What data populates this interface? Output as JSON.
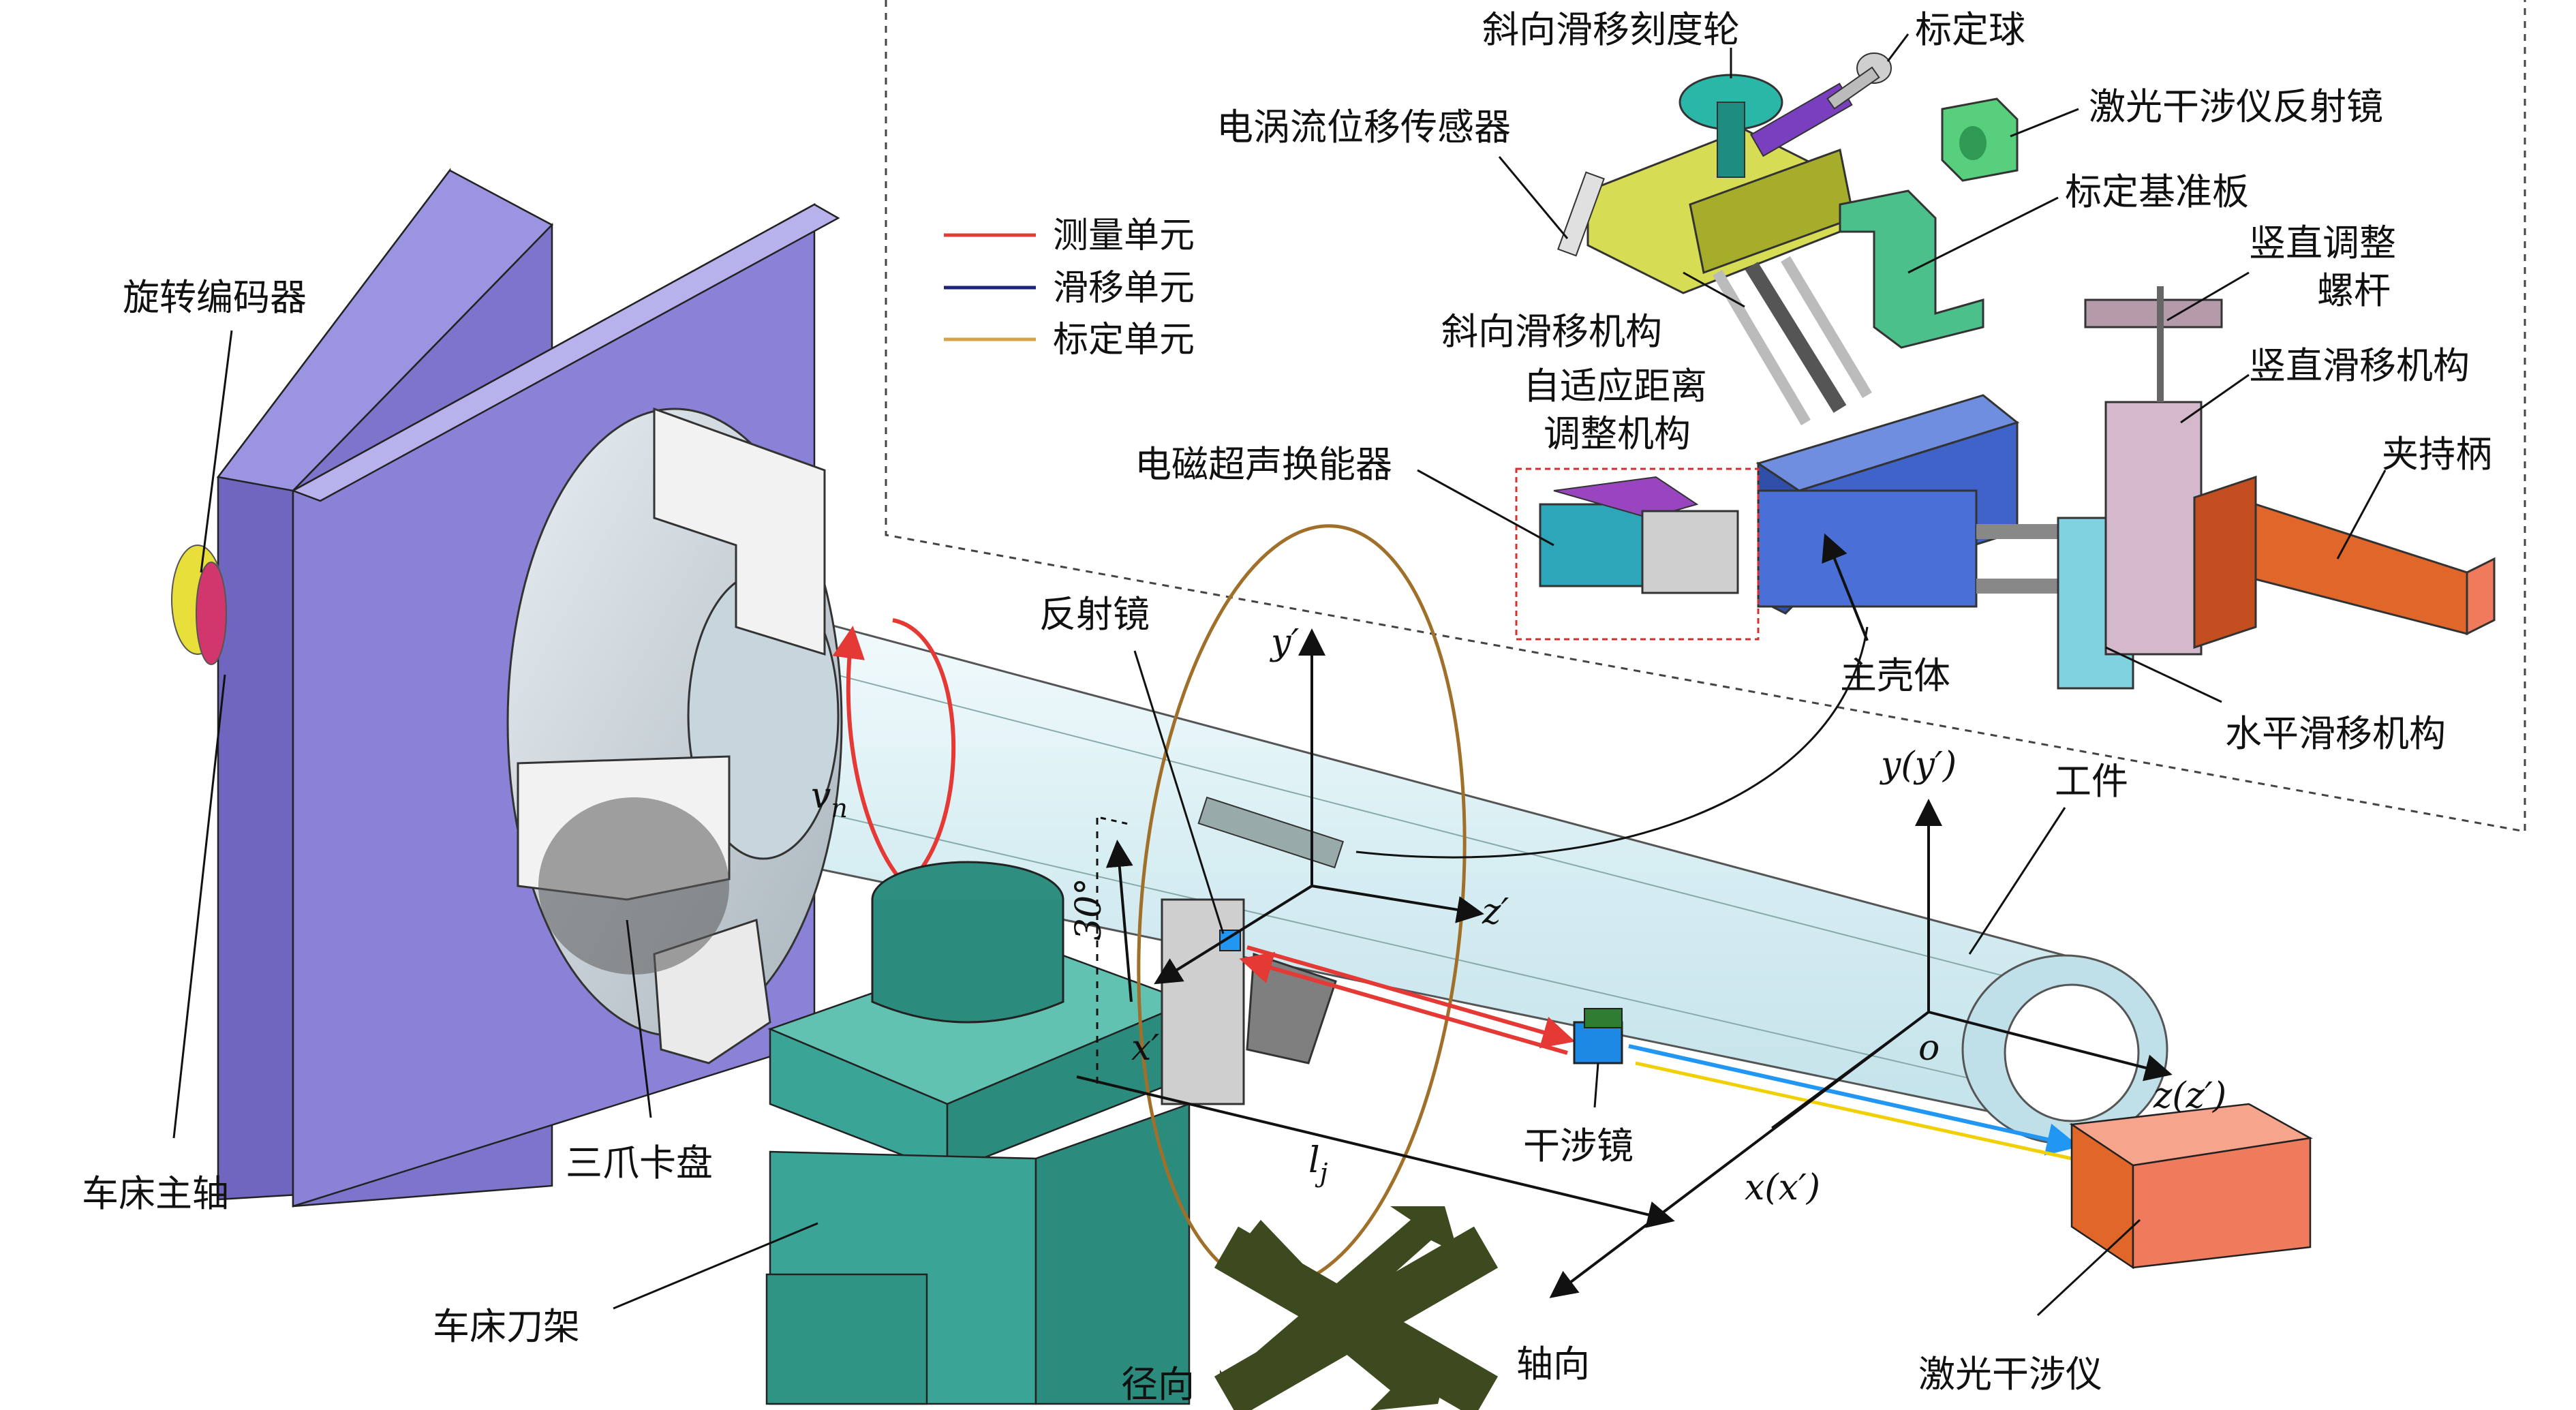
{
  "labels": {
    "rotary_encoder": "旋转编码器",
    "lathe_spindle": "车床主轴",
    "three_jaw_chuck": "三爪卡盘",
    "tool_post": "车床刀架",
    "reflector": "反射镜",
    "interferometer_mirror": "干涉镜",
    "workpiece": "工件",
    "laser_interferometer": "激光干涉仪",
    "radial": "径向",
    "axial": "轴向",
    "emat": "电磁超声换能器",
    "adaptive_distance": "自适应距离",
    "adaptive_distance_2": "调整机构",
    "main_housing": "主壳体",
    "horizontal_slide": "水平滑移机构",
    "clamp_handle": "夹持柄",
    "vertical_slide": "竖直滑移机构",
    "vertical_screw": "竖直调整",
    "vertical_screw_2": "螺杆",
    "calib_plate": "标定基准板",
    "laser_reflector": "激光干涉仪反射镜",
    "calib_ball": "标定球",
    "oblique_dial": "斜向滑移刻度轮",
    "eddy_sensor": "电涡流位移传感器",
    "oblique_slide": "斜向滑移机构"
  },
  "legend": [
    {
      "label": "测量单元",
      "color": "#e53935"
    },
    {
      "label": "滑移单元",
      "color": "#1a237e"
    },
    {
      "label": "标定单元",
      "color": "#d4a44c"
    }
  ],
  "axes": {
    "v_n": "v",
    "v_n_sub": "n",
    "y_prime": "y′",
    "z_prime": "z′",
    "x_prime": "x′",
    "angle": "30°",
    "l_j": "l",
    "l_j_sub": "j",
    "y_yp": "y(y′)",
    "z_zp": "z(z′)",
    "x_xp": "x(x′)",
    "o": "o"
  },
  "colors": {
    "plate": "#8a82d6",
    "cylinder": "#cfeaf0",
    "tool_post": "#3aa596",
    "housing": "#3f63c9",
    "laser": "#f07a5c",
    "orange_clamp": "#e0662a",
    "arrow_dark": "#3d4a1f"
  }
}
